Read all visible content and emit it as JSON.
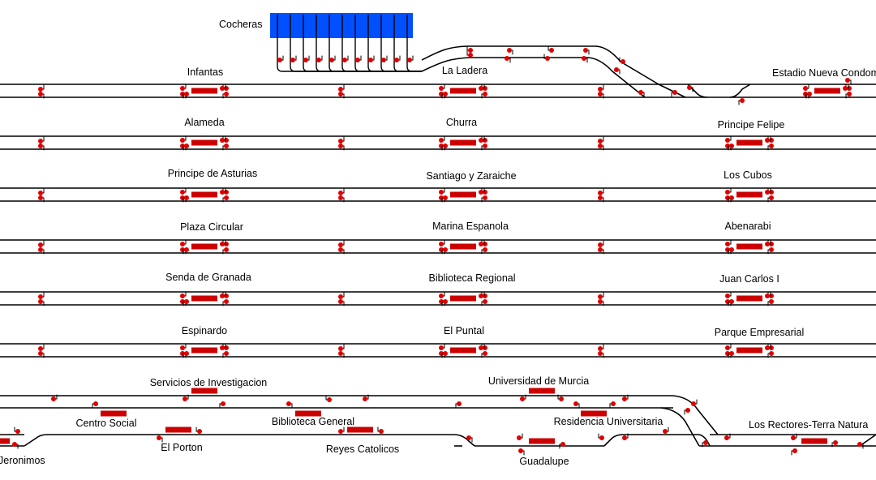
{
  "colors": {
    "track": "#000000",
    "signal": "#e00000",
    "platform": "#cc0000",
    "depot": "#0050ff",
    "background": "#ffffff"
  },
  "depot": {
    "label": "Cocheras"
  },
  "rows": [
    {
      "id": "r1",
      "stations": [
        "Infantas",
        "La Ladera",
        "Estadio Nueva Condomina"
      ]
    },
    {
      "id": "r2",
      "stations": [
        "Alameda",
        "Churra",
        "Principe Felipe"
      ]
    },
    {
      "id": "r3",
      "stations": [
        "Principe de Asturias",
        "Santiago y Zaraiche",
        "Los Cubos"
      ]
    },
    {
      "id": "r4",
      "stations": [
        "Plaza Circular",
        "Marina Espanola",
        "Abenarabi"
      ]
    },
    {
      "id": "r5",
      "stations": [
        "Senda de Granada",
        "Biblioteca Regional",
        "Juan Carlos I"
      ]
    },
    {
      "id": "r6",
      "stations": [
        "Espinardo",
        "El Puntal",
        "Parque Empresarial"
      ]
    }
  ],
  "bottom": {
    "upper_stations": [
      "Servicios de Investigacion",
      "Centro Social",
      "Biblioteca General",
      "Universidad de Murcia",
      "Residencia Universitaria"
    ],
    "lower_stations": [
      "Jeronimos",
      "El Porton",
      "Reyes Catolicos",
      "Guadalupe",
      "Los Rectores-Terra Natura"
    ]
  }
}
